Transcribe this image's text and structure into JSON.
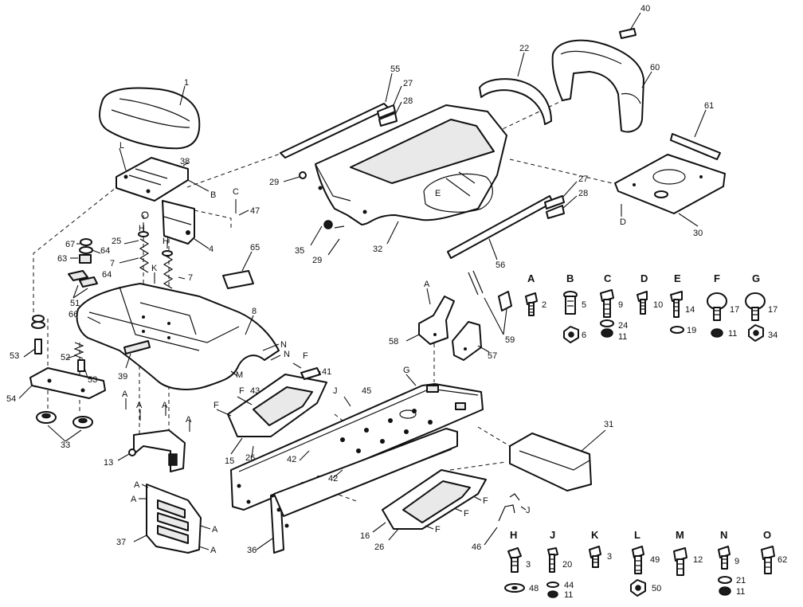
{
  "callouts": {
    "c1": "1",
    "c38": "38",
    "cB1": "B",
    "cC1": "C",
    "c47": "47",
    "cL1": "L",
    "c4": "4",
    "c25": "25",
    "cH1": "H",
    "cH2": "H",
    "c7a": "7",
    "c7b": "7",
    "c67": "67",
    "c64a": "64",
    "c64b": "64",
    "c63": "63",
    "c51": "51",
    "c65": "65",
    "cK1": "K",
    "c8": "8",
    "c66": "66",
    "cN1": "N",
    "cN2": "N",
    "cM1": "M",
    "c39": "39",
    "c52": "52",
    "c53a": "53",
    "c53b": "53",
    "c54": "54",
    "c33": "33",
    "c13": "13",
    "cA1": "A",
    "cA2": "A",
    "cA3": "A",
    "cA4": "A",
    "c37": "37",
    "cA5": "A",
    "cA6": "A",
    "cA7": "A",
    "cA8": "A",
    "c55": "55",
    "c27a": "27",
    "c28a": "28",
    "c22": "22",
    "c40": "40",
    "c60": "60",
    "c29a": "29",
    "c29b": "29",
    "cE1": "E",
    "c35": "35",
    "c32": "32",
    "c27b": "27",
    "c28b": "28",
    "c56": "56",
    "c61": "61",
    "cD1": "D",
    "c30": "30",
    "cA9": "A",
    "c58": "58",
    "c57": "57",
    "c59": "59",
    "cF1": "F",
    "c41": "41",
    "c43": "43",
    "cF2": "F",
    "cF3": "F",
    "c15": "15",
    "c26a": "26",
    "c42a": "42",
    "c42b": "42",
    "cJ1": "J",
    "c45": "45",
    "cG1": "G",
    "c31": "31",
    "c36": "36",
    "c16": "16",
    "c26b": "26",
    "cF4": "F",
    "cF5": "F",
    "cF6": "F",
    "c46": "46",
    "cJ2": "J"
  },
  "hardware_row1": [
    {
      "letter": "A",
      "items": [
        "2"
      ]
    },
    {
      "letter": "B",
      "items": [
        "5",
        "6"
      ]
    },
    {
      "letter": "C",
      "items": [
        "9",
        "24",
        "11"
      ]
    },
    {
      "letter": "D",
      "items": [
        "10"
      ]
    },
    {
      "letter": "E",
      "items": [
        "14",
        "19"
      ]
    },
    {
      "letter": "F",
      "items": [
        "17",
        "11"
      ]
    },
    {
      "letter": "G",
      "items": [
        "17",
        "34"
      ]
    }
  ],
  "hardware_row2": [
    {
      "letter": "H",
      "items": [
        "3",
        "48"
      ]
    },
    {
      "letter": "J",
      "items": [
        "20",
        "44",
        "11"
      ]
    },
    {
      "letter": "K",
      "items": [
        "3"
      ]
    },
    {
      "letter": "L",
      "items": [
        "49",
        "50"
      ]
    },
    {
      "letter": "M",
      "items": [
        "12"
      ]
    },
    {
      "letter": "N",
      "items": [
        "9",
        "21",
        "11"
      ]
    },
    {
      "letter": "O",
      "items": [
        "62"
      ]
    }
  ]
}
